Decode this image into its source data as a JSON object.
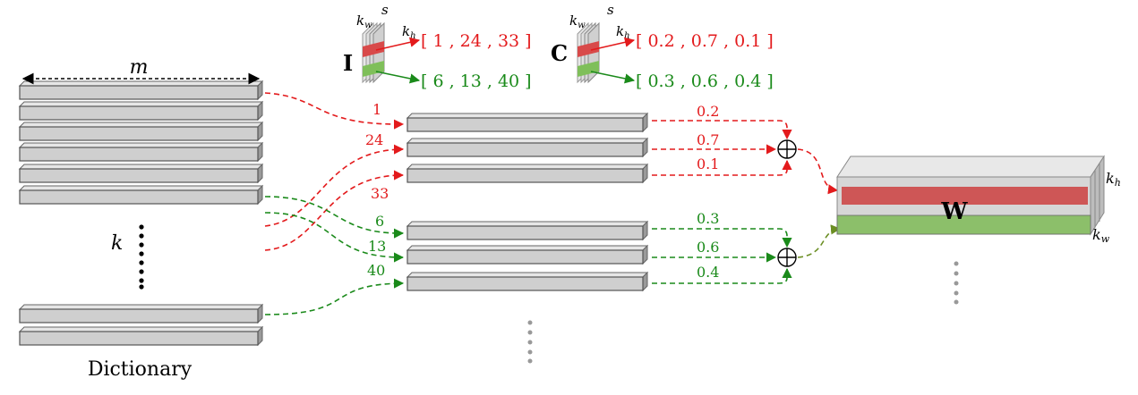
{
  "colors": {
    "red": "#e31a1c",
    "green": "#1a8a1a",
    "olive": "#6b8e23",
    "bar_fill": "#cfcfcf",
    "bar_stroke": "#555555",
    "red_fill": "#cd4f4f",
    "green_fill": "#8cbf6a",
    "dots": "#999999"
  },
  "dictionary": {
    "caption": "Dictionary",
    "width_label": "m",
    "size_label": "k"
  },
  "index_tensor": {
    "name": "I",
    "kw": "k_w",
    "kh": "k_h",
    "s": "s",
    "red_values": "[ 1 ,  24 ,  33 ]",
    "green_values": "[ 6 ,  13 ,  40 ]"
  },
  "coef_tensor": {
    "name": "C",
    "kw": "k_w",
    "kh": "k_h",
    "s": "s",
    "red_values": "[ 0.2 ,  0.7 ,  0.1 ]",
    "green_values": "[ 0.3 ,  0.6 ,  0.4 ]"
  },
  "red_indices": [
    "1",
    "24",
    "33"
  ],
  "green_indices": [
    "6",
    "13",
    "40"
  ],
  "red_coefs": [
    "0.2",
    "0.7",
    "0.1"
  ],
  "green_coefs": [
    "0.3",
    "0.6",
    "0.4"
  ],
  "weight": {
    "name": "W",
    "kh": "k_h",
    "kw": "k_w"
  }
}
